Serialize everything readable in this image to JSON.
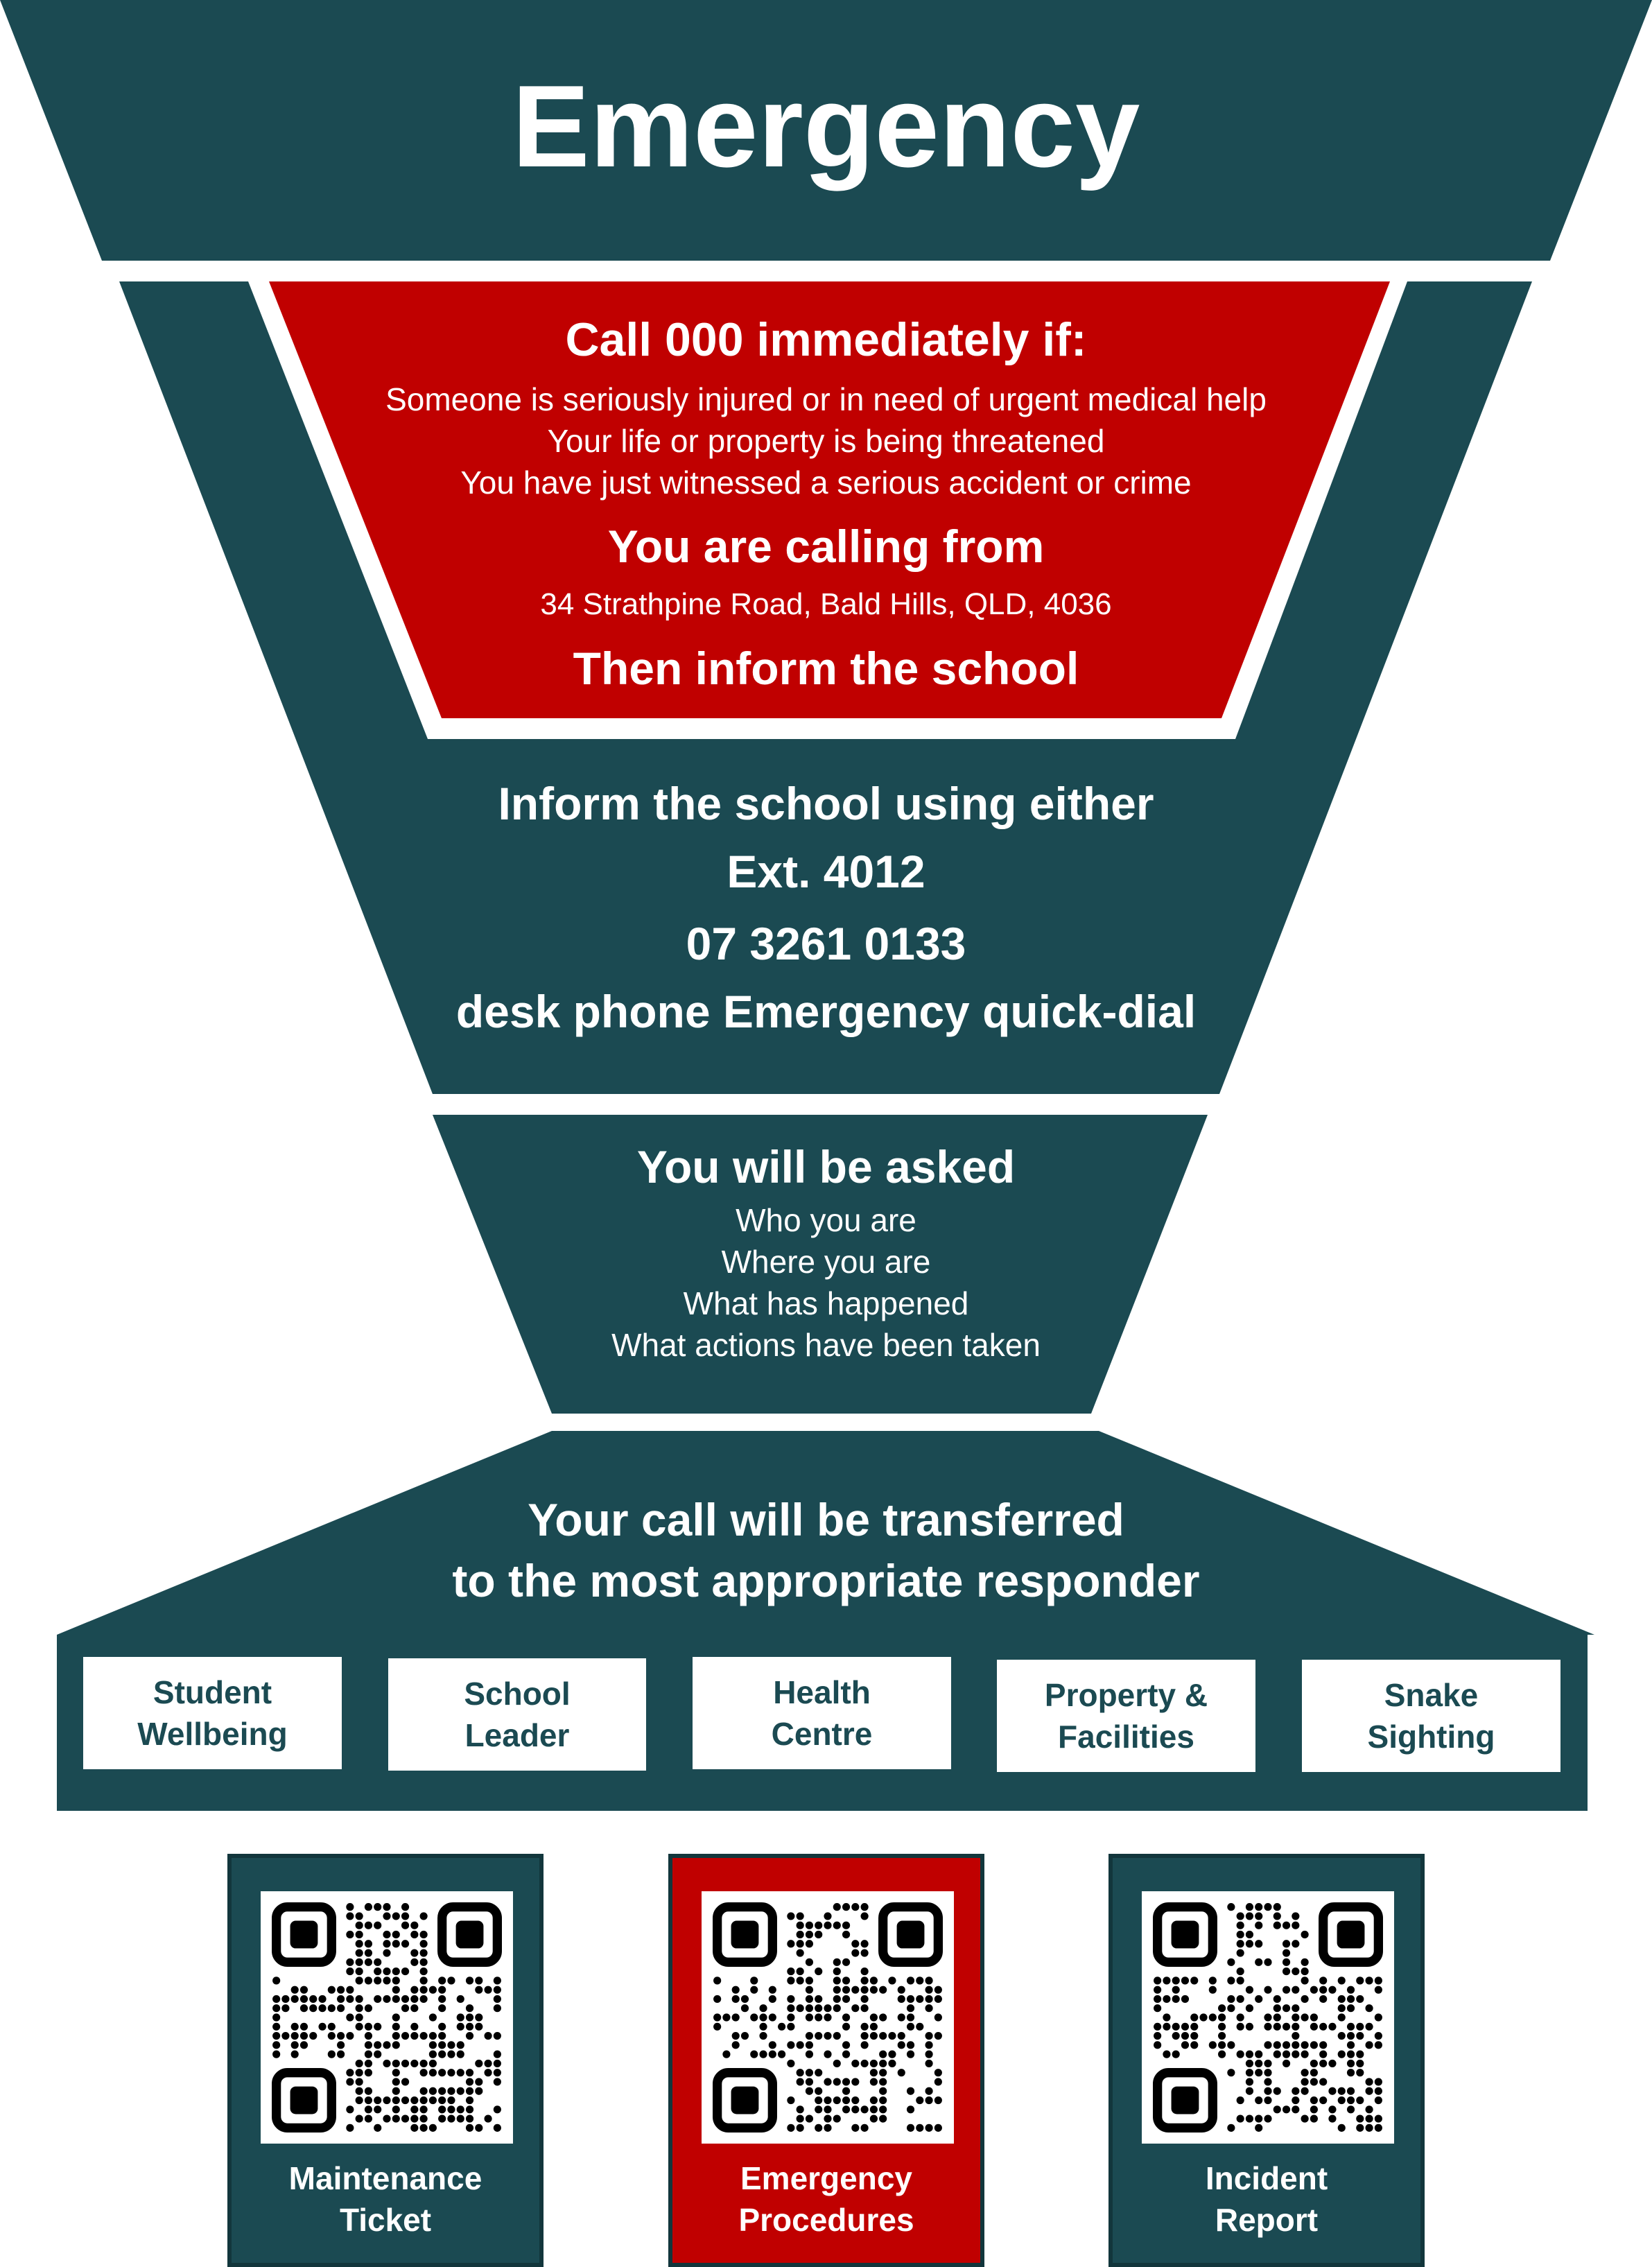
{
  "colors": {
    "teal": "#1b4a52",
    "red": "#c00000",
    "white": "#ffffff"
  },
  "title": "Emergency",
  "call_000": {
    "heading": "Call 000 immediately if:",
    "conditions": [
      "Someone is seriously injured or in need of urgent medical help",
      "Your life or property is being threatened",
      "You have just witnessed a serious accident or crime"
    ],
    "calling_from_heading": "You are calling from",
    "address": "34 Strathpine Road, Bald Hills, QLD, 4036",
    "then": "Then inform the school"
  },
  "inform": {
    "heading": "Inform the school using either",
    "options": [
      "Ext. 4012",
      "07 3261 0133",
      "desk phone Emergency quick-dial"
    ]
  },
  "asked": {
    "heading": "You will be asked",
    "questions": [
      "Who you are",
      "Where you are",
      "What has happened",
      "What actions have been taken"
    ]
  },
  "transfer": {
    "line1": "Your call will be transferred",
    "line2": "to the most appropriate responder",
    "responders": [
      {
        "line1": "Student",
        "line2": "Wellbeing"
      },
      {
        "line1": "School",
        "line2": "Leader"
      },
      {
        "line1": "Health",
        "line2": "Centre"
      },
      {
        "line1": "Property &",
        "line2": "Facilities"
      },
      {
        "line1": "Snake",
        "line2": "Sighting"
      }
    ]
  },
  "qr_codes": [
    {
      "line1": "Maintenance",
      "line2": "Ticket",
      "color": "teal",
      "icon": "qr-code-icon"
    },
    {
      "line1": "Emergency",
      "line2": "Procedures",
      "color": "red",
      "icon": "qr-code-icon"
    },
    {
      "line1": "Incident",
      "line2": "Report",
      "color": "teal",
      "icon": "qr-code-icon"
    }
  ]
}
